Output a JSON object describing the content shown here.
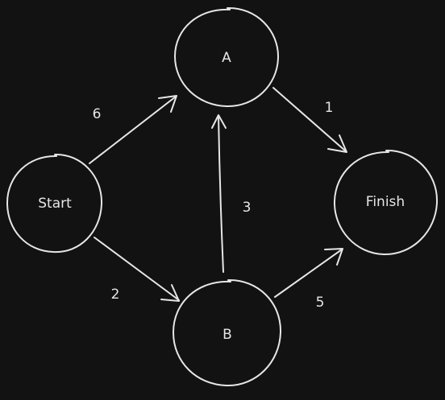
{
  "colors": {
    "background": "#121212",
    "stroke": "#e6e6e6"
  },
  "nodes": {
    "start": {
      "label": "Start"
    },
    "a": {
      "label": "A"
    },
    "b": {
      "label": "B"
    },
    "finish": {
      "label": "Finish"
    }
  },
  "edges": {
    "start_a": {
      "from": "Start",
      "to": "A",
      "weight": "6"
    },
    "start_b": {
      "from": "Start",
      "to": "B",
      "weight": "2"
    },
    "b_a": {
      "from": "B",
      "to": "A",
      "weight": "3"
    },
    "a_finish": {
      "from": "A",
      "to": "Finish",
      "weight": "1"
    },
    "b_finish": {
      "from": "B",
      "to": "Finish",
      "weight": "5"
    }
  }
}
